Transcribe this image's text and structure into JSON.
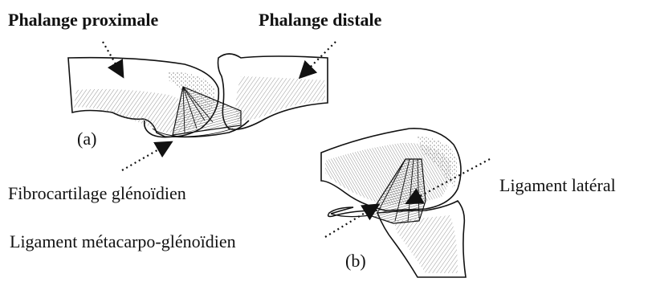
{
  "labels": {
    "proximal_phalanx": "Phalange proximale",
    "distal_phalanx": "Phalange distale",
    "glenoid_fibrocartilage": "Fibrocartilage glénoïdien",
    "metacarpo_glenoid_ligament": "Ligament métacarpo-glénoïdien",
    "lateral_ligament": "Ligament latéral"
  },
  "panels": {
    "a": "(a)",
    "b": "(b)"
  },
  "colors": {
    "ink": "#111111",
    "bone_fill": "#ffffff",
    "shading": "#8a8a8a"
  }
}
